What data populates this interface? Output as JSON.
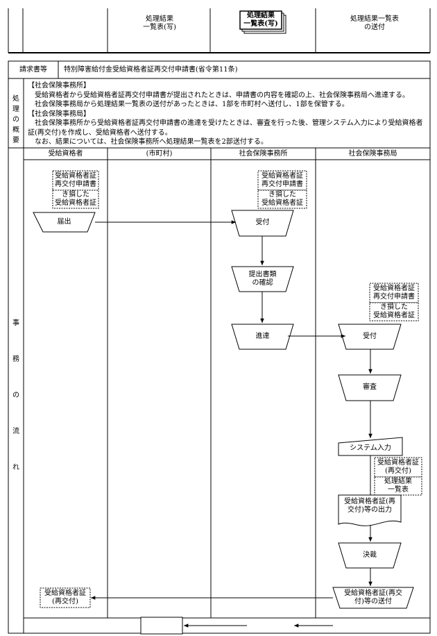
{
  "top_strip": {
    "col3": "処理結果\n一覧表(写)",
    "col4_doc": "処理結果\n一覧表(写)",
    "col5": "処理結果一覧表\nの送付"
  },
  "form": {
    "label": "請求書等",
    "title": "特別障害給付金受給資格者証再交付申請書(省令第11条)"
  },
  "summary": {
    "side_label": "処理の概要",
    "lines": [
      "【社会保険事務所】",
      "　受給資格者から受給資格者証再交付申請書が提出されたときは、申請書の内容を確認の上、社会保険事務局へ進達する。",
      "　社会保険事務局から処理結果一覧表の送付があったときは、1部を市町村へ送付し、1部を保管する。",
      "【社会保険事務局】",
      "　社会保険事務所から受給資格者証再交付申請書の進達を受けたときは、審査を行った後、管理システム入力により受給資格者証(再交付)を作成し、受給資格者へ送付する。",
      "　なお、結果については、社会保険事務所へ処理結果一覧表を2部送付する。"
    ]
  },
  "flow": {
    "side_label": "事務の流れ",
    "columns": [
      "受給資格者",
      "(市町村)",
      "社会保険事務所",
      "社会保険事務局"
    ],
    "docs": {
      "applicant_a": "受給資格者証\n再交付申請書",
      "applicant_b": "き損した\n受給資格者証",
      "office_a": "受給資格者証\n再交付申請書",
      "office_b": "き損した\n受給資格者証",
      "bureau_a": "受給資格者証\n再交付申請書",
      "bureau_b": "き損した\n受給資格者証",
      "reissued": "受給資格者証\n(再交付)",
      "results_list": "処理結果\n一覧表",
      "received_cert": "受給資格者証\n(再交付)"
    },
    "steps": {
      "submit": "届出",
      "office_receive": "受付",
      "check": "提出書類\nの確認",
      "forward": "進達",
      "bureau_receive": "受付",
      "review": "審査",
      "system_input": "システム入力",
      "output": "受給資格者証(再\n交付)等の出力",
      "approval": "決裁",
      "send": "受給資格者証(再交\n付)等の送付"
    }
  }
}
